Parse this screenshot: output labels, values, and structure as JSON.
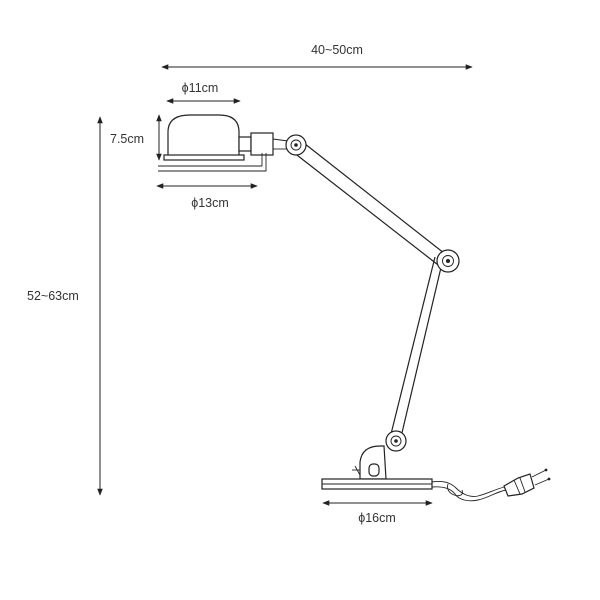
{
  "diagram": {
    "dimensions": {
      "total_width": "40~50cm",
      "shade_top_diameter": "ϕ11cm",
      "shade_height": "7.5cm",
      "shade_bottom_diameter": "ϕ13cm",
      "total_height": "52~63cm",
      "base_diameter": "ϕ16cm"
    },
    "colors": {
      "line": "#222222",
      "text": "#333333",
      "background": "#ffffff"
    }
  }
}
